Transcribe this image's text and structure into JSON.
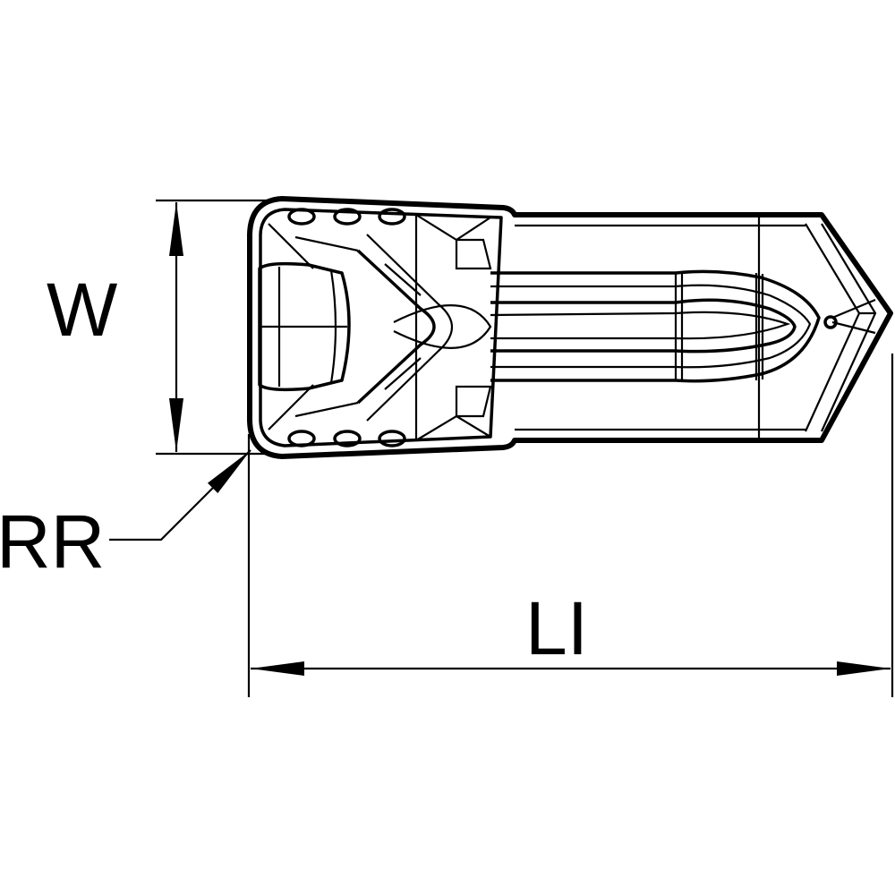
{
  "labels": {
    "width": "W",
    "corner_radius": "RR",
    "length": "LI"
  },
  "colors": {
    "line": "#000000",
    "background": "#ffffff"
  }
}
